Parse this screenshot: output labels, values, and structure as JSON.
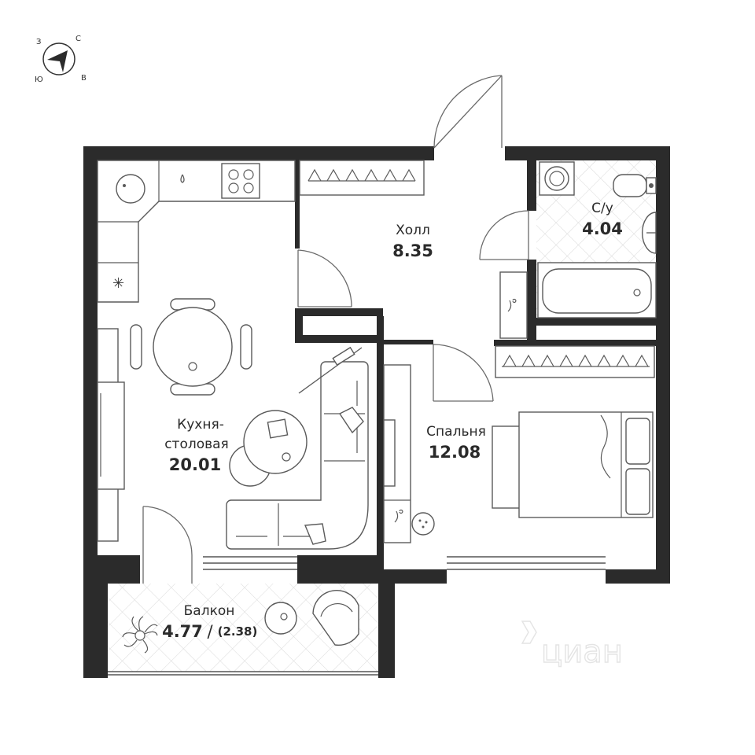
{
  "compass": {
    "north": "С",
    "south": "Ю",
    "east": "В",
    "west": "З"
  },
  "rooms": {
    "kitchen": {
      "name_line1": "Кухня-",
      "name_line2": "столовая",
      "area": "20.01"
    },
    "hall": {
      "name": "Холл",
      "area": "8.35"
    },
    "bathroom": {
      "name": "С/у",
      "area": "4.04"
    },
    "bedroom": {
      "name": "Спальня",
      "area": "12.08"
    },
    "balcony": {
      "name": "Балкон",
      "area": "4.77",
      "separator": "/",
      "reduced_area": "(2.38)"
    }
  },
  "watermark": {
    "text": "циан"
  },
  "colors": {
    "wall": "#2b2b2b",
    "tile_grid": "#d8d8d8",
    "furniture_stroke": "#5a5a5a",
    "text": "#2a2a2a"
  }
}
